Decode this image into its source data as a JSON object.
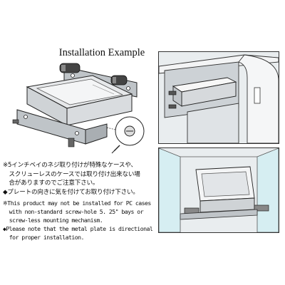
{
  "title": "Installation Example",
  "notes_jp": [
    "※5インチベイのネジ取り付けが特殊なケースや、",
    "　スクリューレスのケースでは取り付け出来ない場",
    "　合がありますのでご注意下さい。",
    "◆プレートの向きに気を付けてお取り付け下さい。"
  ],
  "notes_en": [
    "※This product may not be installed for PC cases",
    "  with non-standard screw-hole 5. 25\" bays or",
    "  screw-less mounting mechanism.",
    "◆Please note that the metal plate is directional",
    "  for proper installation."
  ],
  "colors": {
    "panel_bg": "#e9edef",
    "case_metal": "#c9ced2",
    "glass": "#d6eef2",
    "outline": "#333333"
  }
}
